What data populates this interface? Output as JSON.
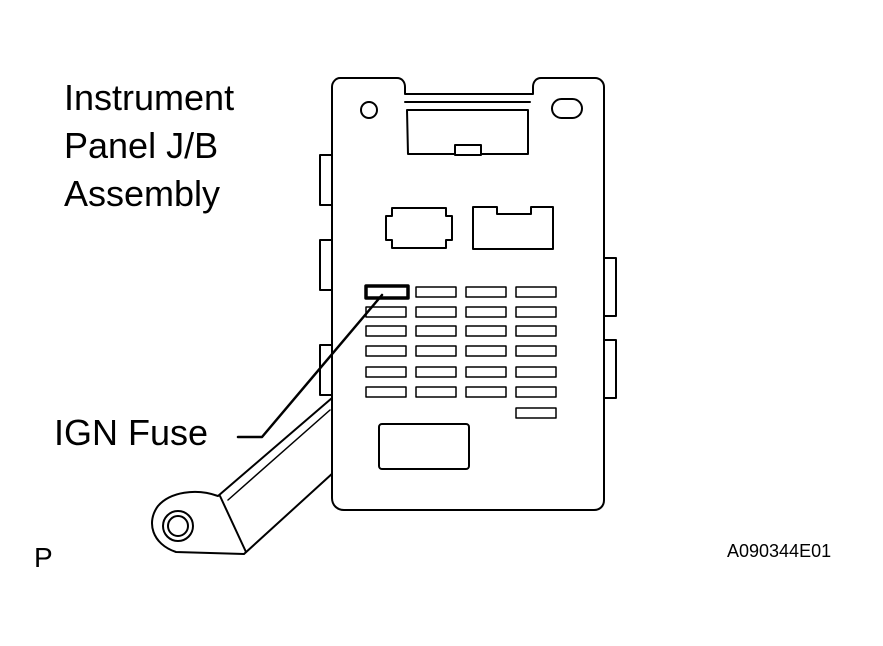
{
  "labels": {
    "assembly_line1": "Instrument",
    "assembly_line2": "Panel J/B",
    "assembly_line3": "Assembly",
    "fuse": "IGN Fuse",
    "view_marker": "P",
    "figure_code": "A090344E01"
  }
}
